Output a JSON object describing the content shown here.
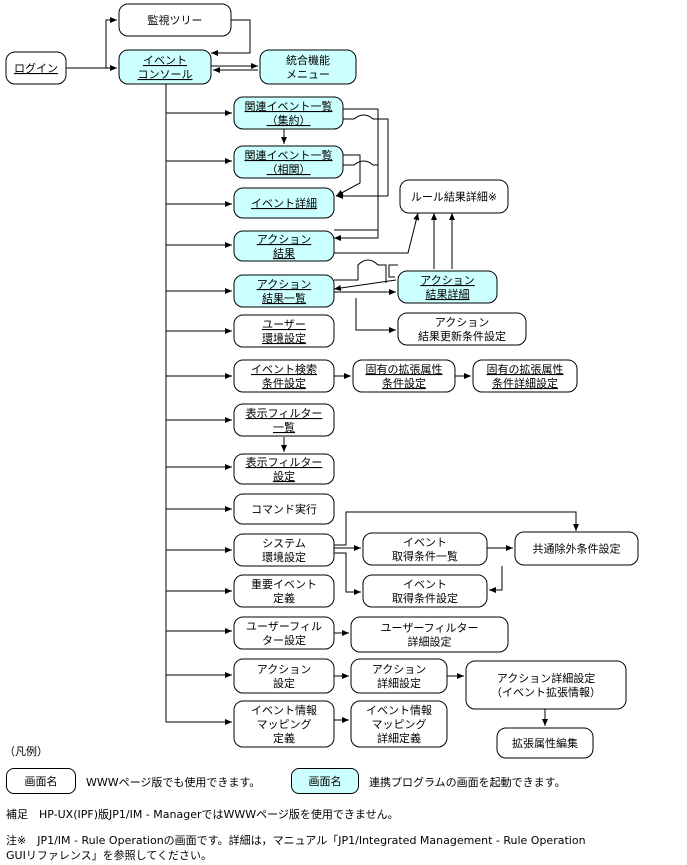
{
  "colors": {
    "web": "#ffffff",
    "linked": "#ccffff",
    "stroke": "#000000"
  },
  "nodes": {
    "login": {
      "lines": [
        "ログイン"
      ],
      "u": true,
      "fill": "web"
    },
    "monitor_tree": {
      "lines": [
        "監視ツリー"
      ],
      "u": false,
      "fill": "web"
    },
    "event_console": {
      "lines": [
        "イベント",
        "コンソール"
      ],
      "u": true,
      "fill": "linked"
    },
    "integrated_menu": {
      "lines": [
        "統合機能",
        "メニュー"
      ],
      "u": false,
      "fill": "linked"
    },
    "related_events_summary": {
      "lines": [
        "関連イベント一覧",
        "（集約）"
      ],
      "u": true,
      "fill": "linked"
    },
    "related_events_corr": {
      "lines": [
        "関連イベント一覧",
        "（相関）"
      ],
      "u": true,
      "fill": "linked"
    },
    "event_detail": {
      "lines": [
        "イベント詳細"
      ],
      "u": true,
      "fill": "linked"
    },
    "action_result": {
      "lines": [
        "アクション",
        "結果"
      ],
      "u": true,
      "fill": "linked"
    },
    "action_result_list": {
      "lines": [
        "アクション",
        "結果一覧"
      ],
      "u": true,
      "fill": "linked"
    },
    "rule_result_detail": {
      "lines": [
        "ルール結果詳細※"
      ],
      "u": false,
      "fill": "web"
    },
    "action_result_detail": {
      "lines": [
        "アクション",
        "結果詳細"
      ],
      "u": true,
      "fill": "linked"
    },
    "action_result_update": {
      "lines": [
        "アクション",
        "結果更新条件設定"
      ],
      "u": false,
      "fill": "web"
    },
    "user_env": {
      "lines": [
        "ユーザー",
        "環境設定"
      ],
      "u": true,
      "fill": "web"
    },
    "event_search": {
      "lines": [
        "イベント検索",
        "条件設定"
      ],
      "u": true,
      "fill": "web"
    },
    "ext_attr": {
      "lines": [
        "固有の拡張属性",
        "条件設定"
      ],
      "u": true,
      "fill": "web"
    },
    "ext_attr_detail": {
      "lines": [
        "固有の拡張属性",
        "条件詳細設定"
      ],
      "u": true,
      "fill": "web"
    },
    "display_filter_list": {
      "lines": [
        "表示フィルター",
        "一覧"
      ],
      "u": true,
      "fill": "web"
    },
    "display_filter_set": {
      "lines": [
        "表示フィルター",
        "設定"
      ],
      "u": true,
      "fill": "web"
    },
    "command_exec": {
      "lines": [
        "コマンド実行"
      ],
      "u": false,
      "fill": "web"
    },
    "system_env": {
      "lines": [
        "システム",
        "環境設定"
      ],
      "u": false,
      "fill": "web"
    },
    "event_acq_list": {
      "lines": [
        "イベント",
        "取得条件一覧"
      ],
      "u": false,
      "fill": "web"
    },
    "common_exclude": {
      "lines": [
        "共通除外条件設定"
      ],
      "u": false,
      "fill": "web"
    },
    "event_acq_set": {
      "lines": [
        "イベント",
        "取得条件設定"
      ],
      "u": false,
      "fill": "web"
    },
    "important_event": {
      "lines": [
        "重要イベント",
        "定義"
      ],
      "u": false,
      "fill": "web"
    },
    "user_filter": {
      "lines": [
        "ユーザーフィル",
        "ター設定"
      ],
      "u": false,
      "fill": "web"
    },
    "user_filter_detail": {
      "lines": [
        "ユーザーフィルター",
        "詳細設定"
      ],
      "u": false,
      "fill": "web"
    },
    "action_setting": {
      "lines": [
        "アクション",
        "設定"
      ],
      "u": false,
      "fill": "web"
    },
    "action_detail": {
      "lines": [
        "アクション",
        "詳細設定"
      ],
      "u": false,
      "fill": "web"
    },
    "action_detail_ext": {
      "lines": [
        "アクション詳細設定",
        "（イベント拡張情報）"
      ],
      "u": false,
      "fill": "web"
    },
    "ext_attr_edit": {
      "lines": [
        "拡張属性編集"
      ],
      "u": false,
      "fill": "web"
    },
    "event_mapping": {
      "lines": [
        "イベント情報",
        "マッピング",
        "定義"
      ],
      "u": false,
      "fill": "web"
    },
    "event_mapping_detail": {
      "lines": [
        "イベント情報",
        "マッピング",
        "詳細定義"
      ],
      "u": false,
      "fill": "web"
    }
  },
  "legend": {
    "title": "（凡例）",
    "web_box_label": "画面名",
    "web_desc": "WWWページ版でも使用できます。",
    "linked_box_label": "画面名",
    "linked_desc": "連携プログラムの画面を起動できます。"
  },
  "notes": {
    "supplement": "補足　HP-UX(IPF)版JP1/IM - ManagerではWWWページ版を使用できません。",
    "note_line1": "注※　JP1/IM - Rule Operationの画面です。詳細は，マニュアル「JP1/Integrated Management - Rule Operation",
    "note_line2": "GUIリファレンス」を参照してください。"
  }
}
